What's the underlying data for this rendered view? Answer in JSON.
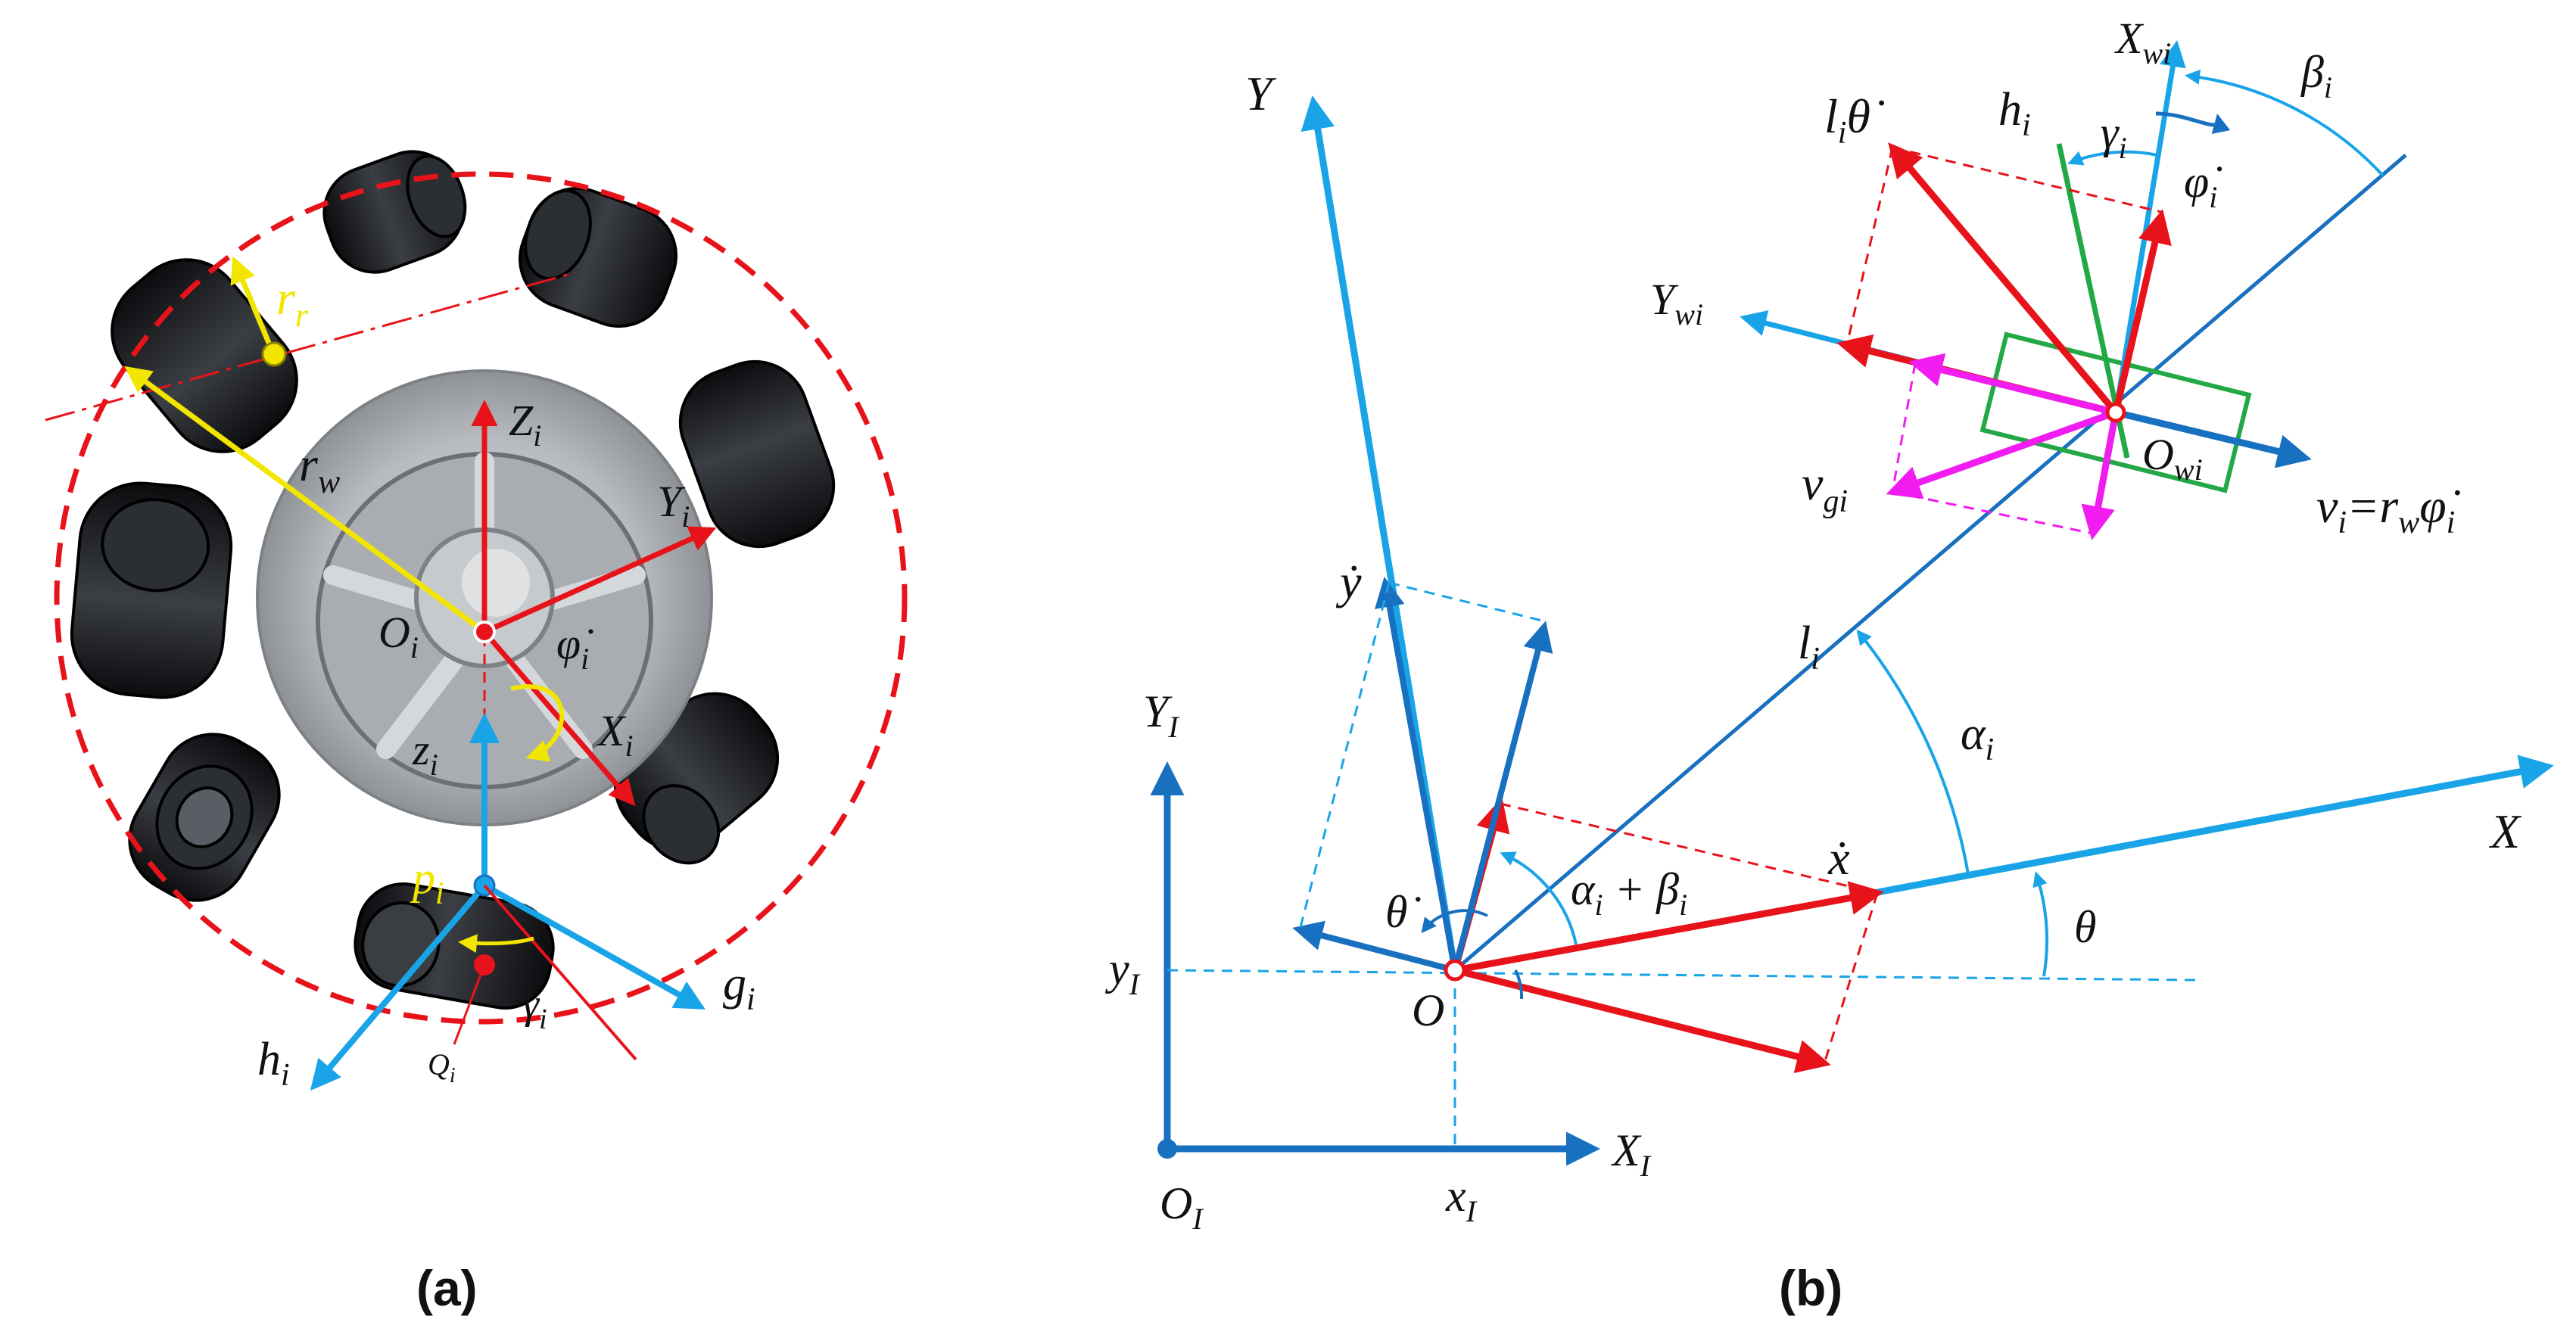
{
  "captions": {
    "a": "(a)",
    "b": "(b)"
  },
  "colors": {
    "red": "#e8131a",
    "light_blue": "#19a4e8",
    "dark_blue": "#1870c0",
    "yellow": "#f2e600",
    "green": "#22a844",
    "magenta": "#f01cf0",
    "wheel_silver": "#b8bcc0",
    "roller_black": "#141518"
  },
  "panel_a": {
    "labels": {
      "rr": {
        "main": "r",
        "sub": "r"
      },
      "rw": {
        "main": "r",
        "sub": "w"
      },
      "Zi": {
        "main": "Z",
        "sub": "i"
      },
      "Yi": {
        "main": "Y",
        "sub": "i"
      },
      "Oi": {
        "main": "O",
        "sub": "i"
      },
      "phidot": {
        "main": "φ̇",
        "sub": "i"
      },
      "Xi": {
        "main": "X",
        "sub": "i"
      },
      "zi": {
        "main": "z",
        "sub": "i"
      },
      "pi": {
        "main": "p",
        "sub": "i"
      },
      "gi": {
        "main": "g",
        "sub": "i"
      },
      "hi": {
        "main": "h",
        "sub": "i"
      },
      "gammai": {
        "main": "γ",
        "sub": "i"
      },
      "Qi": {
        "main": "Q",
        "sub": "i"
      }
    }
  },
  "panel_b": {
    "labels": {
      "Y": "Y",
      "X": "X",
      "YI": {
        "main": "Y",
        "sub": "I"
      },
      "XI": {
        "main": "X",
        "sub": "I"
      },
      "OI": {
        "main": "O",
        "sub": "I"
      },
      "xI": {
        "main": "x",
        "sub": "I"
      },
      "yI": {
        "main": "y",
        "sub": "I"
      },
      "ydot": "ẏ",
      "xdot": "ẋ",
      "thetadot": "θ̇",
      "theta": "θ",
      "O": "O",
      "alpha_beta": {
        "a": "α",
        "a_sub": "i",
        "plus": " + ",
        "b": "β",
        "b_sub": "i"
      },
      "li": {
        "main": "l",
        "sub": "i"
      },
      "alphai": {
        "main": "α",
        "sub": "i"
      },
      "Xwi": {
        "main": "X",
        "sub": "wi"
      },
      "Ywi": {
        "main": "Y",
        "sub": "wi"
      },
      "Owi": {
        "main": "O",
        "sub": "wi"
      },
      "betai": {
        "main": "β",
        "sub": "i"
      },
      "hi": {
        "main": "h",
        "sub": "i"
      },
      "gammai": {
        "main": "γ",
        "sub": "i"
      },
      "phidot": {
        "main": "φ̇",
        "sub": "i"
      },
      "li_thetadot": {
        "main": "l",
        "sub": "i",
        "tail": "θ̇"
      },
      "vgi": {
        "main": "v",
        "sub": "gi"
      },
      "vi_eq": {
        "v": "v",
        "v_sub": "i",
        "eq": "=",
        "r": "r",
        "r_sub": "w",
        "phi": "φ̇",
        "phi_sub": "i"
      }
    }
  }
}
